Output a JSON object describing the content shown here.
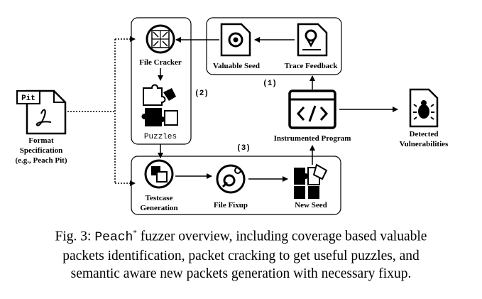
{
  "nodes": {
    "file_cracker": "File Cracker",
    "puzzles": "Puzzles",
    "valuable_seed": "Valuable Seed",
    "trace_feedback": "Trace Feedback",
    "format_spec_line1": "Format",
    "format_spec_line2": "Specification",
    "format_spec_line3": "(e.g., Peach Pit)",
    "pit_label": "Pit",
    "instrumented_program": "Instrumented Program",
    "detected_line1": "Detected",
    "detected_line2": "Vulnerabilities",
    "testcase_line1": "Testcase",
    "testcase_line2": "Generation",
    "file_fixup": "File Fixup",
    "new_seed": "New Seed"
  },
  "step_labels": {
    "one": "(1)",
    "two": "(2)",
    "three": "(3)"
  },
  "caption": {
    "prefix": "Fig. 3: ",
    "tool": "Peach",
    "star": "*",
    "line1_rest": " fuzzer overview, including coverage based valuable",
    "line2": "packets identification, packet cracking to get useful puzzles, and",
    "line3": "semantic aware new packets generation with necessary fixup."
  }
}
